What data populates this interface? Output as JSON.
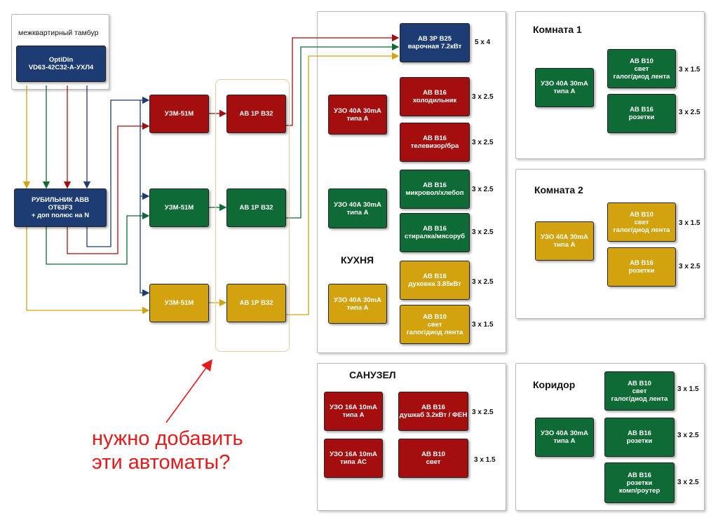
{
  "colors": {
    "red": "#a50e0e",
    "green": "#0f6b35",
    "yellow": "#d2a30e",
    "blue": "#1e3c74",
    "note": "#e51b1b"
  },
  "tambur": {
    "label": "межквартирный тамбур",
    "device": "OptiDin\nVD63-42C32-A-УХЛ4"
  },
  "switch": {
    "label": "РУБИЛЬНИК  ABB\nOT63F3\n+ доп полюс на N"
  },
  "uzm": {
    "red": "УЗМ-51М",
    "green": "УЗМ-51М",
    "yellow": "УЗМ-51М"
  },
  "av32": {
    "red": "АВ 1Р В32",
    "green": "АВ 1Р В32",
    "yellow": "АВ 1Р В32"
  },
  "note": {
    "text": "нужно добавить\nэти автоматы?"
  },
  "kitchen": {
    "title": "КУХНЯ",
    "stove": {
      "label": "АВ 3Р В25\nварочная 7.2кВт",
      "cable": "5 x 4"
    },
    "rcd_red": "УЗО 40А 30mA\nтипа А",
    "rcd_green": "УЗО 40А 30mA\nтипа А",
    "rcd_yellow": "УЗО 40А 30mA\nтипа А",
    "breakers": [
      {
        "label": "АВ В16\nхолодильник",
        "cable": "3 x 2.5"
      },
      {
        "label": "АВ В16\nтелевизор/бра",
        "cable": "3 x 2.5"
      },
      {
        "label": "АВ В16\nмикровол/хлебоп",
        "cable": "3 x 2.5"
      },
      {
        "label": "АВ В16\nстиралка/мясоруб",
        "cable": "3 x 2.5"
      },
      {
        "label": "АВ В16\nдуховка 3.85кВт",
        "cable": "3 x 2.5"
      },
      {
        "label": "АВ В10\nсвет\nгалог/диод лента",
        "cable": "3 x 1.5"
      }
    ]
  },
  "bath": {
    "title": "САНУЗЕЛ",
    "rcd1": "УЗО 16А 10mA\nтипа А",
    "rcd2": "УЗО 16А 10mA\nтипа АС",
    "breakers": [
      {
        "label": "АВ В16\nдушкаб 3.2кВт / ФЕН",
        "cable": "3 x 2.5"
      },
      {
        "label": "АВ В10\nсвет",
        "cable": "3 x 1.5"
      }
    ]
  },
  "room1": {
    "title": "Комната 1",
    "rcd": "УЗО 40А 30mA\nтипа А",
    "breakers": [
      {
        "label": "АВ В10\nсвет\nгалог/диод лента",
        "cable": "3 x 1.5"
      },
      {
        "label": "АВ В16\nрозетки",
        "cable": "3 x 2.5"
      }
    ]
  },
  "room2": {
    "title": "Комната 2",
    "rcd": "УЗО 40А 30mA\nтипа А",
    "breakers": [
      {
        "label": "АВ В10\nсвет\nгалог/диод лента",
        "cable": "3 x 1.5"
      },
      {
        "label": "АВ В16\nрозетки",
        "cable": "3 x 2.5"
      }
    ]
  },
  "corridor": {
    "title": "Коридор",
    "rcd": "УЗО 40А 30mA\nтипа А",
    "breakers": [
      {
        "label": "АВ В10\nсвет\nгалог/диод лента",
        "cable": "3 x 1.5"
      },
      {
        "label": "АВ В16\nрозетки",
        "cable": "3 x 2.5"
      },
      {
        "label": "АВ В16\nрозетки\nкомп/роутер",
        "cable": "3 x 2.5"
      }
    ]
  }
}
